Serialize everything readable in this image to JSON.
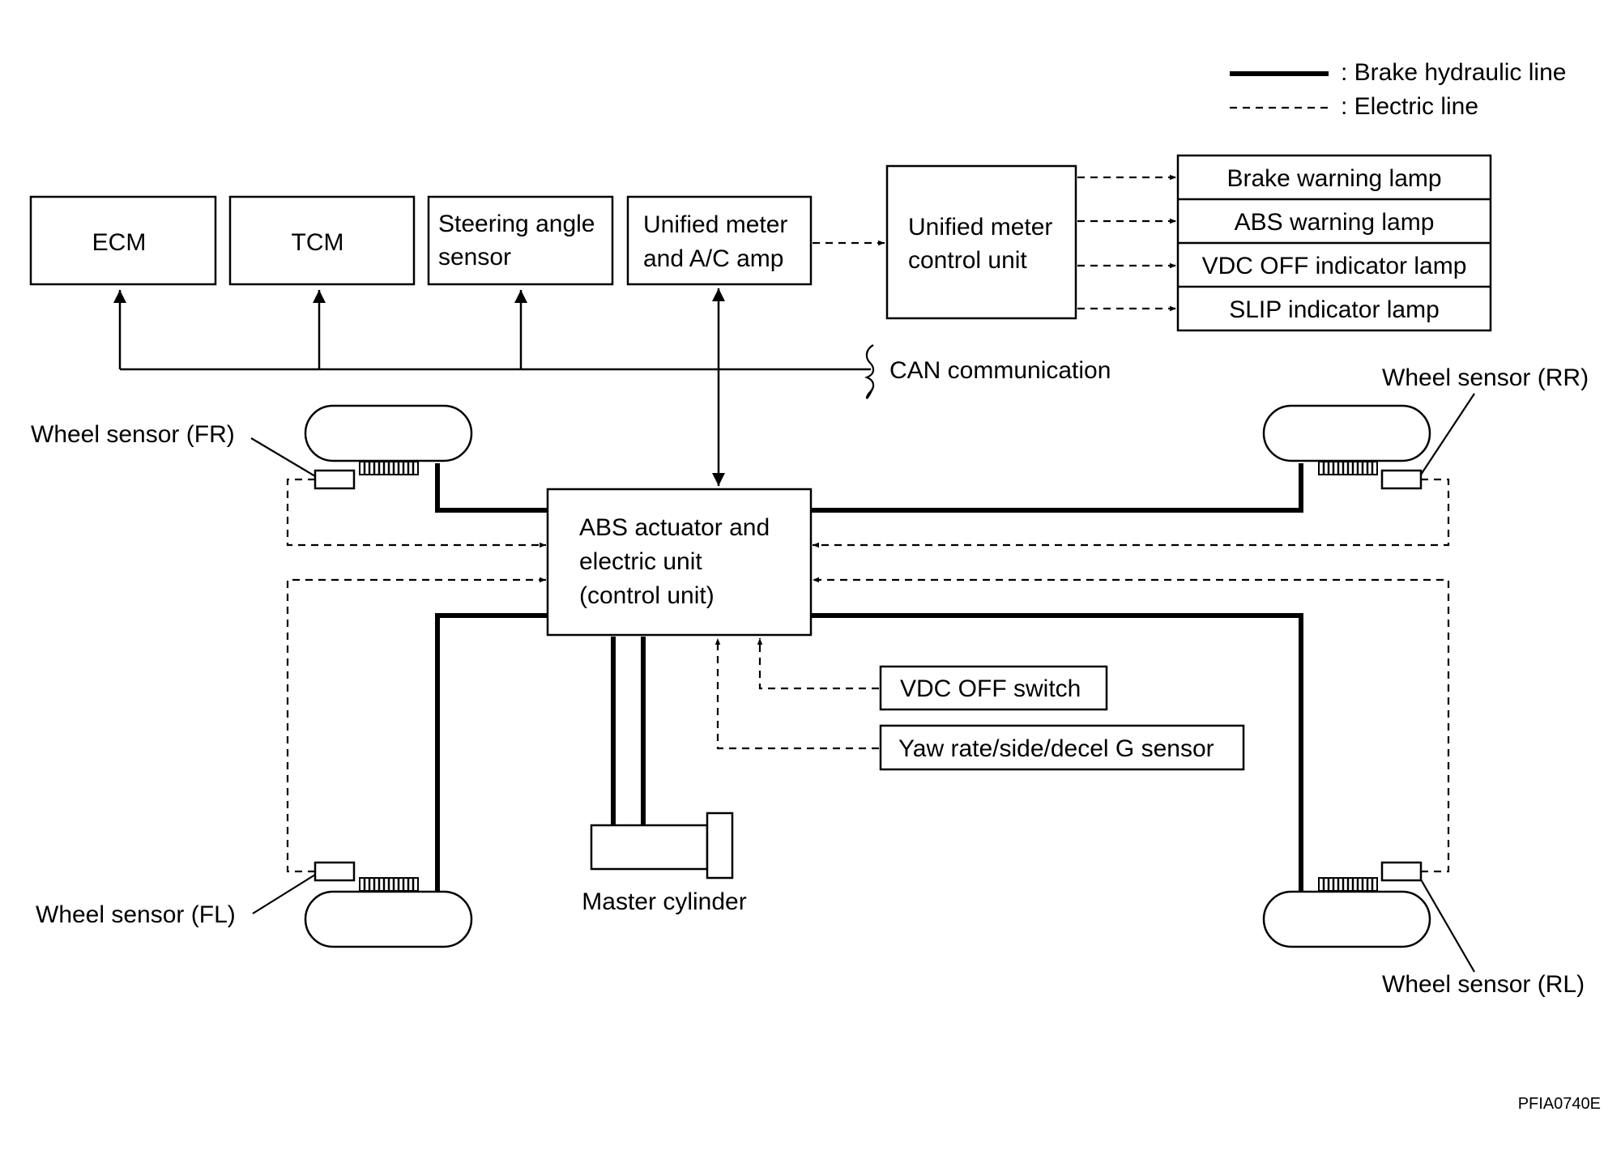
{
  "legend": {
    "hydraulic": ": Brake hydraulic line",
    "electric": ": Electric line"
  },
  "boxes": {
    "ecm": "ECM",
    "tcm": "TCM",
    "steering": [
      "Steering angle",
      "sensor"
    ],
    "unified_amp": [
      "Unified meter",
      "and A/C amp"
    ],
    "meter_control": [
      "Unified meter",
      "control unit"
    ],
    "abs_unit": [
      "ABS actuator and",
      "electric unit",
      "(control unit)"
    ],
    "vdc_switch": "VDC OFF switch",
    "yaw_sensor": "Yaw rate/side/decel G sensor"
  },
  "lamps": [
    "Brake warning lamp",
    "ABS warning lamp",
    "VDC OFF indicator lamp",
    "SLIP indicator lamp"
  ],
  "can_label": "CAN communication",
  "wheel_sensors": {
    "fr": "Wheel sensor (FR)",
    "rr": "Wheel sensor (RR)",
    "fl": "Wheel sensor (FL)",
    "rl": "Wheel sensor (RL)"
  },
  "master_cylinder": "Master cylinder",
  "figure_code": "PFIA0740E"
}
